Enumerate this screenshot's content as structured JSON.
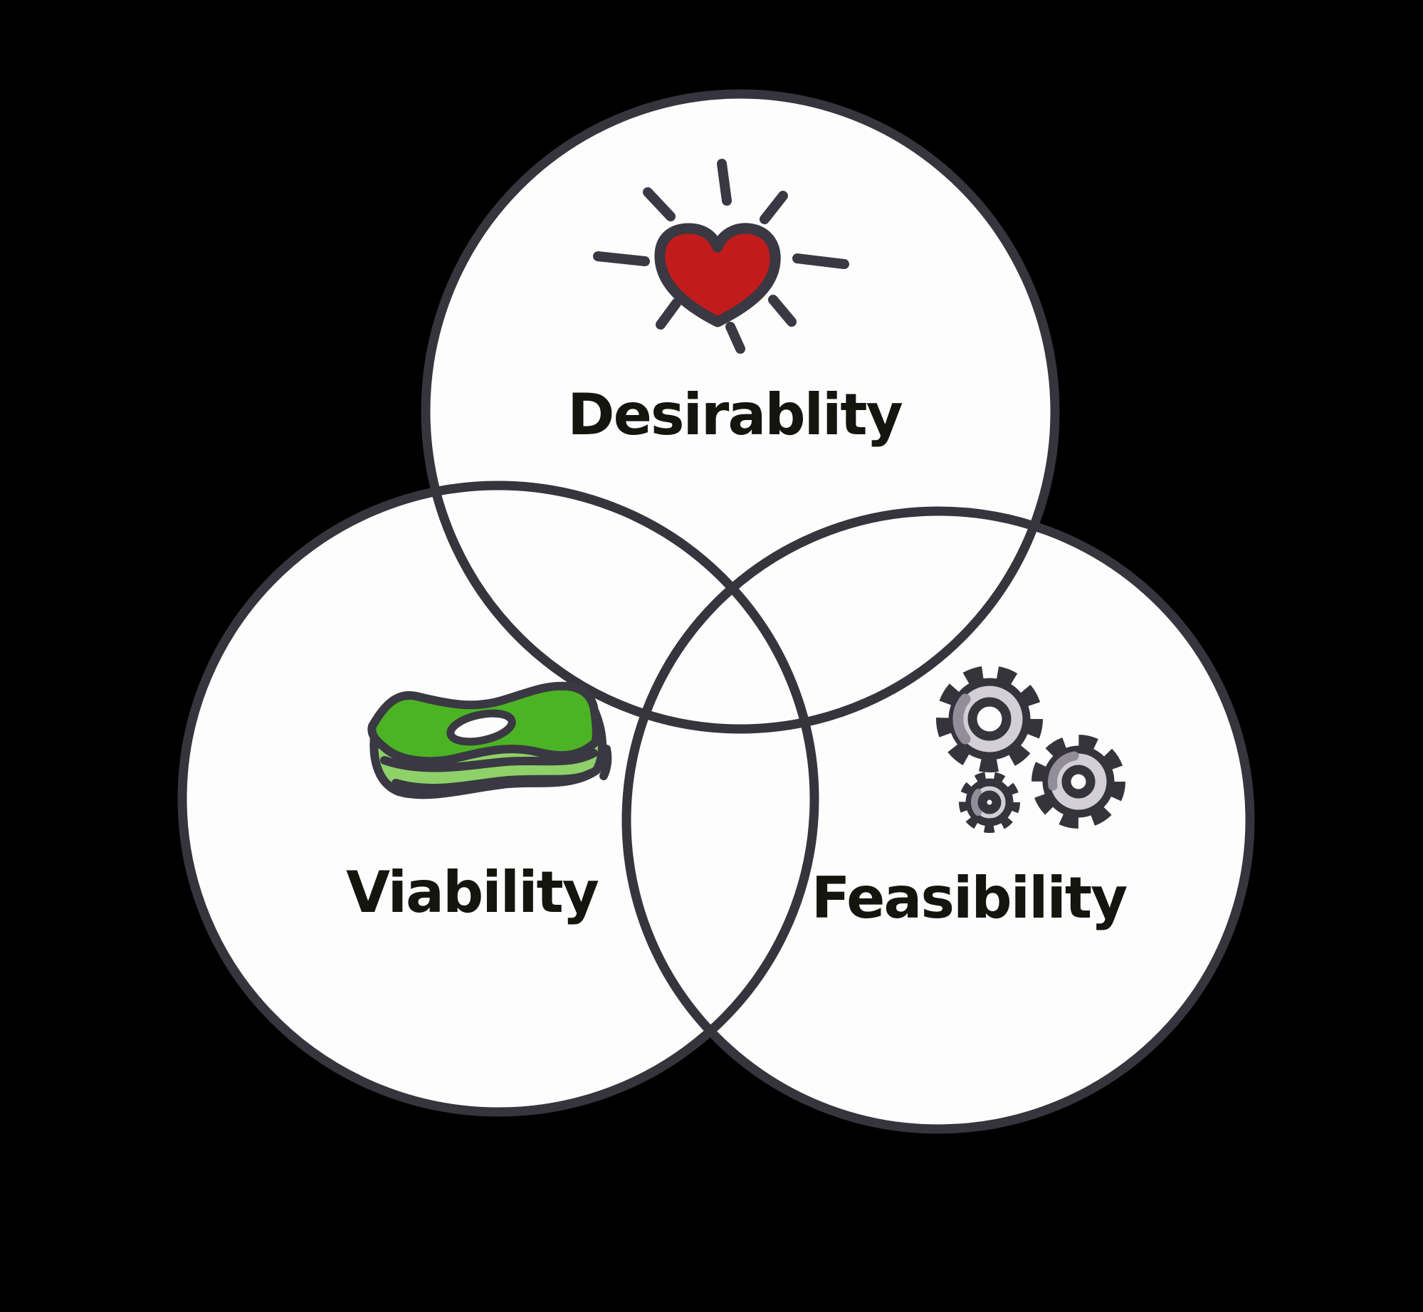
{
  "diagram_type": "venn",
  "circles": [
    {
      "id": "desirability",
      "label": "Desirablity",
      "icon": "heart-icon"
    },
    {
      "id": "viability",
      "label": "Viability",
      "icon": "money-icon"
    },
    {
      "id": "feasibility",
      "label": "Feasibility",
      "icon": "gears-icon"
    }
  ],
  "colors": {
    "background": "#000000",
    "circle_fill": "#fdfdfd",
    "ink": "#36343c",
    "heart_red": "#c11b1b",
    "bill_green": "#4cb424",
    "bill_light_green": "#8ed168",
    "gear_body": "#d2d0d6",
    "gear_shade": "#918e99",
    "label_color": "#15150f"
  }
}
